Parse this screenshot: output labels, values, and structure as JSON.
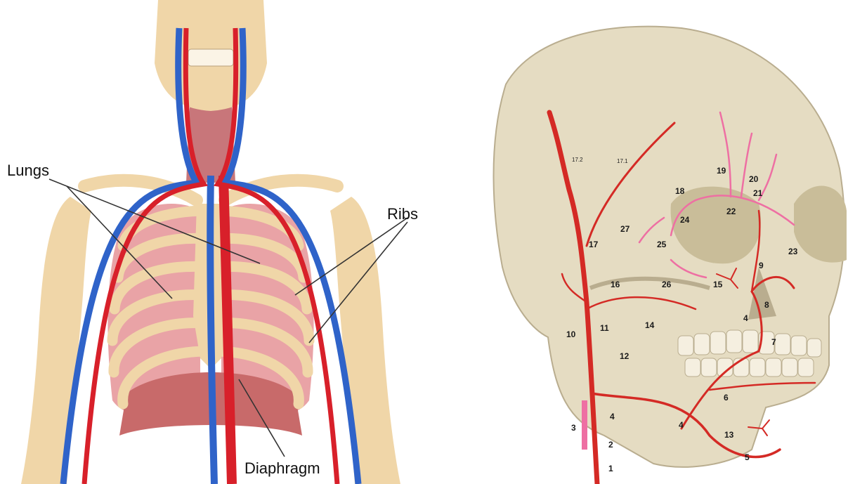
{
  "left_figure": {
    "labels": {
      "lungs": "Lungs",
      "ribs": "Ribs",
      "diaphragm": "Diaphragm"
    },
    "colors": {
      "artery": "#d8202a",
      "vein": "#2f63c9",
      "bone": "#f0d6a8",
      "lung": "#e9a3a6",
      "muscle": "#c86a6a"
    }
  },
  "right_figure": {
    "labels": {
      "n1": "1",
      "n2": "2",
      "n3": "3",
      "n4a": "4",
      "n4b": "4",
      "n4c": "4",
      "n5": "5",
      "n6": "6",
      "n7": "7",
      "n8": "8",
      "n9": "9",
      "n10": "10",
      "n11": "11",
      "n12": "12",
      "n13": "13",
      "n14": "14",
      "n15": "15",
      "n16": "16",
      "n17": "17",
      "n171": "17.1",
      "n172": "17.2",
      "n18": "18",
      "n19": "19",
      "n20": "20",
      "n21": "21",
      "n22": "22",
      "n23": "23",
      "n24": "24",
      "n25": "25",
      "n26": "26",
      "n27": "27"
    },
    "colors": {
      "skull": "#e5dcc2",
      "artery": "#d42a25",
      "pink_artery": "#ee6fa3",
      "shadow": "#b9ad8f"
    }
  }
}
